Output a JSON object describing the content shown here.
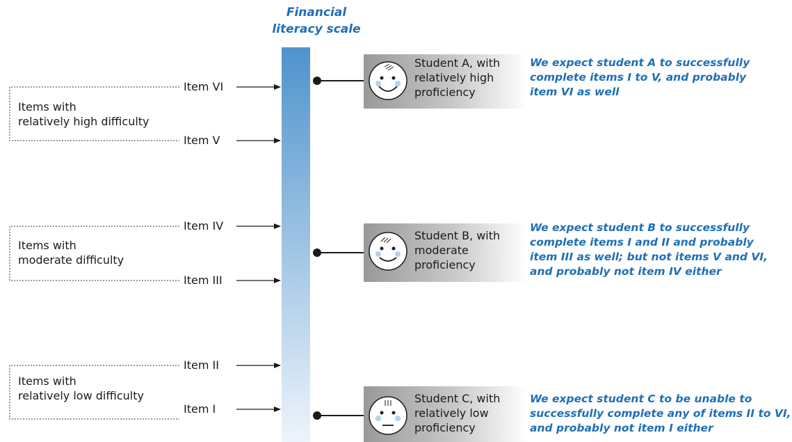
{
  "scale": {
    "title_line1": "Financial",
    "title_line2": "literacy scale"
  },
  "items": [
    {
      "label": "Item VI"
    },
    {
      "label": "Item V"
    },
    {
      "label": "Item IV"
    },
    {
      "label": "Item III"
    },
    {
      "label": "Item II"
    },
    {
      "label": "Item I"
    }
  ],
  "groups": [
    {
      "line1": "Items with",
      "line2": "relatively high difficulty"
    },
    {
      "line1": "Items with",
      "line2": "moderate difficulty"
    },
    {
      "line1": "Items with",
      "line2": "relatively low difficulty"
    }
  ],
  "students": [
    {
      "label_lines": [
        "Student A, with",
        "relatively high",
        "proficiency"
      ],
      "expectation_lines": [
        "We expect student A to successfully",
        "complete items I to V, and probably",
        "item VI as well"
      ]
    },
    {
      "label_lines": [
        "Student B, with",
        "moderate",
        "proficiency"
      ],
      "expectation_lines": [
        "We expect student B to successfully",
        "complete items I and II and probably",
        "item III as well; but not items V and VI,",
        "and probably not item IV either"
      ]
    },
    {
      "label_lines": [
        "Student C, with",
        "relatively low",
        "proficiency"
      ],
      "expectation_lines": [
        "We expect student C to be unable to",
        "successfully complete any of items II to VI,",
        "and probably not item I either"
      ]
    }
  ],
  "colors": {
    "accent": "#1f6fb5",
    "scale_top": "#4f93cc",
    "scale_bottom": "#eef4fb",
    "student_box": "#999999"
  }
}
